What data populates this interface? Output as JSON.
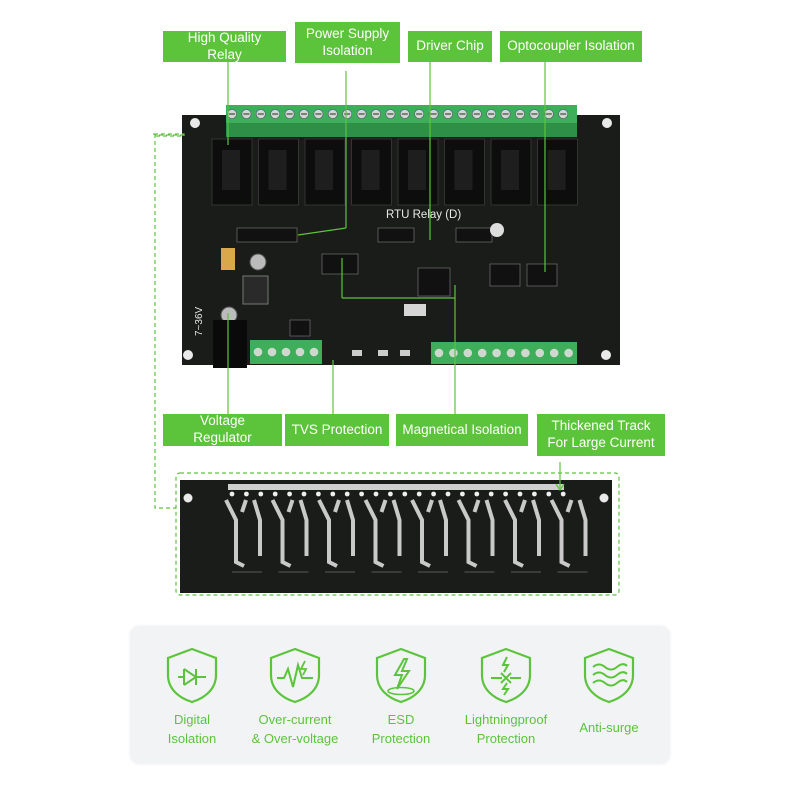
{
  "labels": {
    "high_quality_relay": "High Quality Relay",
    "power_supply_isolation": "Power Supply\nIsolation",
    "driver_chip": "Driver Chip",
    "optocoupler_isolation": "Optocoupler Isolation",
    "voltage_regulator": "Voltage Regulator",
    "tvs_protection": "TVS Protection",
    "magnetical_isolation": "Magnetical Isolation",
    "thickened_track": "Thickened Track\nFor Large Current"
  },
  "board": {
    "title": "RTU Relay (D)",
    "voltage_marking": "7~36V"
  },
  "features": [
    {
      "label": "Digital\nIsolation",
      "icon": "digital-isolation-shield-icon"
    },
    {
      "label": "Over-current\n& Over-voltage",
      "icon": "over-current-shield-icon"
    },
    {
      "label": "ESD\nProtection",
      "icon": "esd-shield-icon"
    },
    {
      "label": "Lightningproof\nProtection",
      "icon": "lightning-shield-icon"
    },
    {
      "label": "Anti-surge",
      "icon": "anti-surge-shield-icon"
    }
  ],
  "colors": {
    "accent": "#5cc43b",
    "board": "#1a1c1a",
    "terminal": "#3fae5a",
    "panel_bg": "#f2f3f5"
  }
}
